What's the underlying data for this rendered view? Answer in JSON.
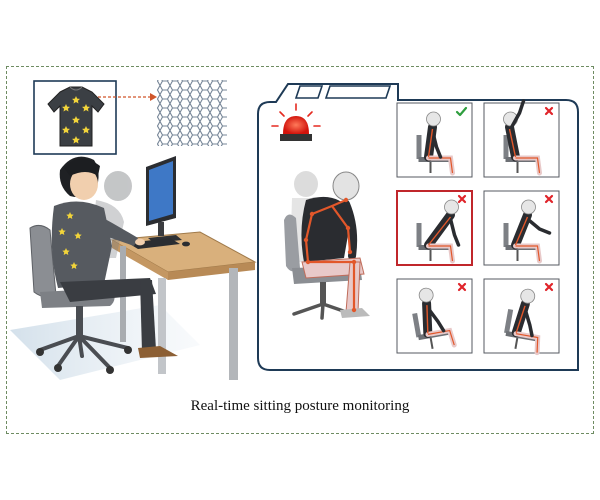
{
  "caption": "Real-time sitting posture monitoring",
  "colors": {
    "frame_border": "#6e8c62",
    "panel_border": "#1e3a56",
    "correct_mark": "#2e9e3e",
    "wrong_mark": "#e0242a",
    "highlight_border": "#c0262b",
    "alarm_light": "#e52a20",
    "sensor_star": "#f2d43a"
  },
  "icons": [
    "alarm-light-icon",
    "check-mark-icon",
    "cross-mark-icon",
    "sensor-star-icon"
  ],
  "posture_cells": [
    {
      "posture": "upright",
      "status": "correct"
    },
    {
      "posture": "leaning-back-arms-raised",
      "status": "wrong"
    },
    {
      "posture": "slouching-forward",
      "status": "wrong",
      "highlighted": true
    },
    {
      "posture": "leaning-sideways",
      "status": "wrong"
    },
    {
      "posture": "leaning-left",
      "status": "wrong"
    },
    {
      "posture": "leaning-right",
      "status": "wrong"
    }
  ]
}
